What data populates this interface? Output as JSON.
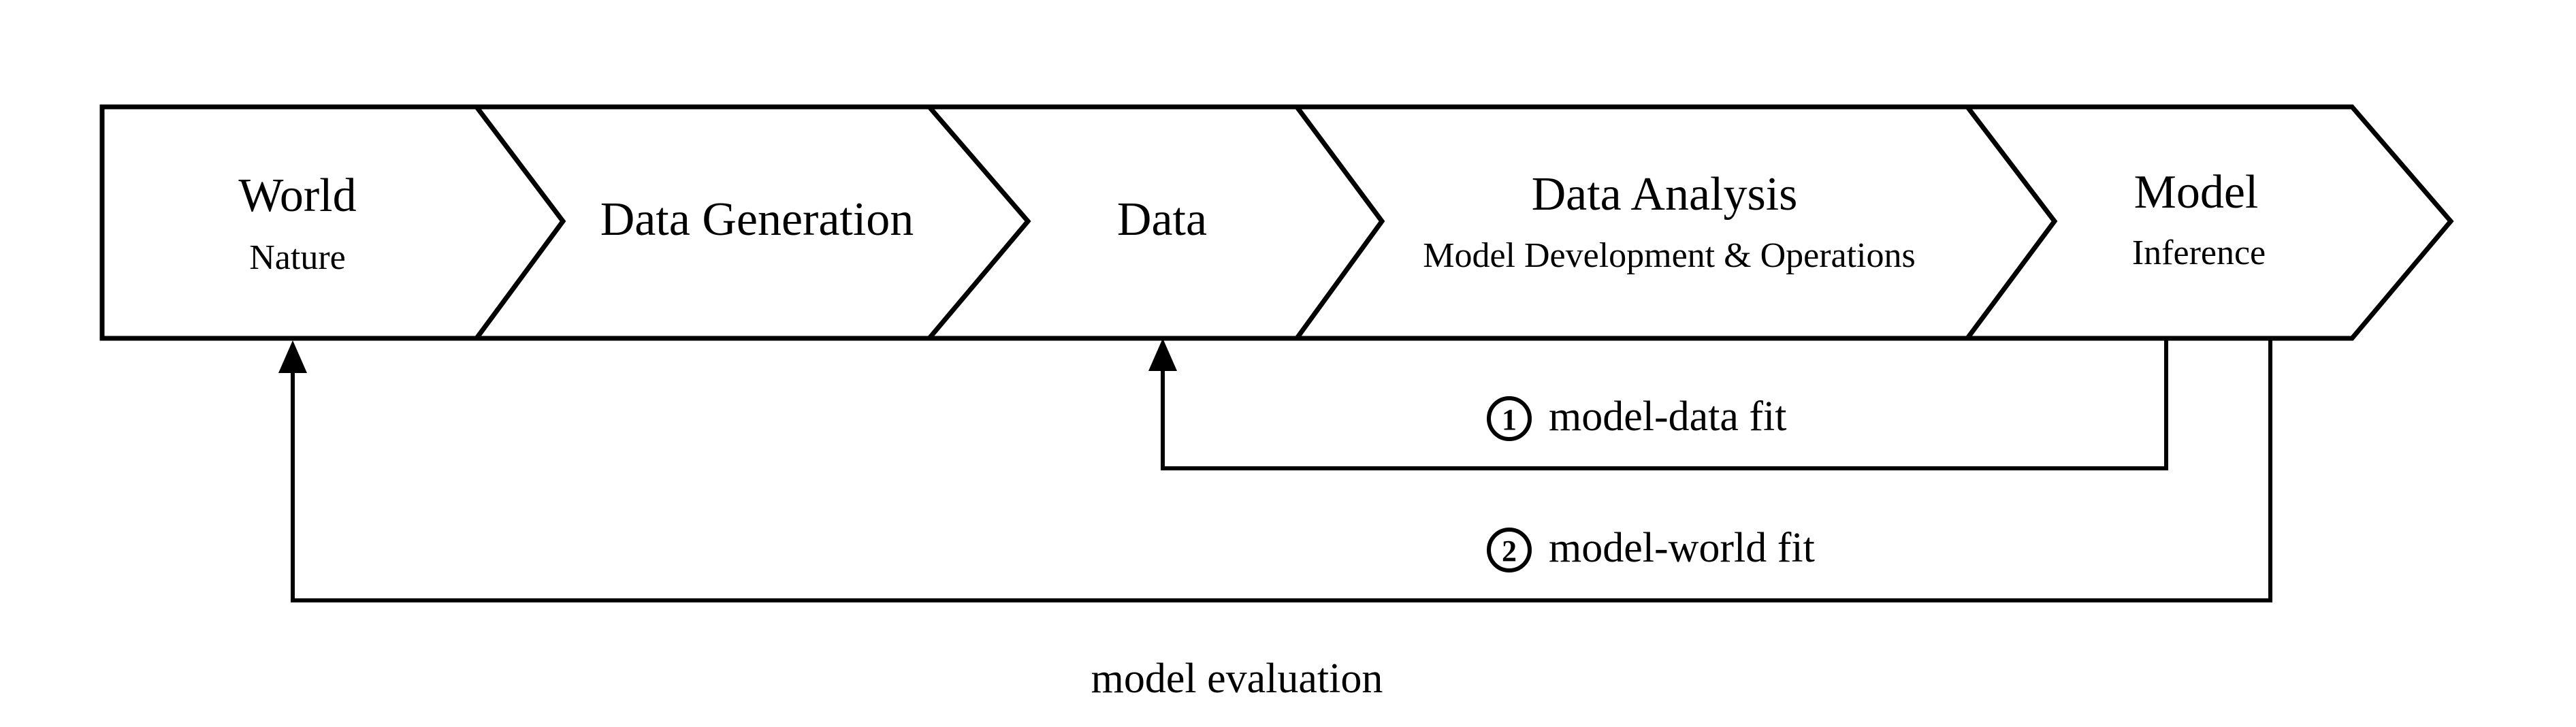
{
  "stages": [
    {
      "title": "World",
      "subtitle": "Nature"
    },
    {
      "title": "Data Generation",
      "subtitle": ""
    },
    {
      "title": "Data",
      "subtitle": ""
    },
    {
      "title": "Data Analysis",
      "subtitle": "Model Development & Operations"
    },
    {
      "title": "Model",
      "subtitle": "Inference"
    }
  ],
  "loops": [
    {
      "number": "1",
      "label": "model-data fit"
    },
    {
      "number": "2",
      "label": "model-world fit"
    }
  ],
  "caption": "model evaluation"
}
